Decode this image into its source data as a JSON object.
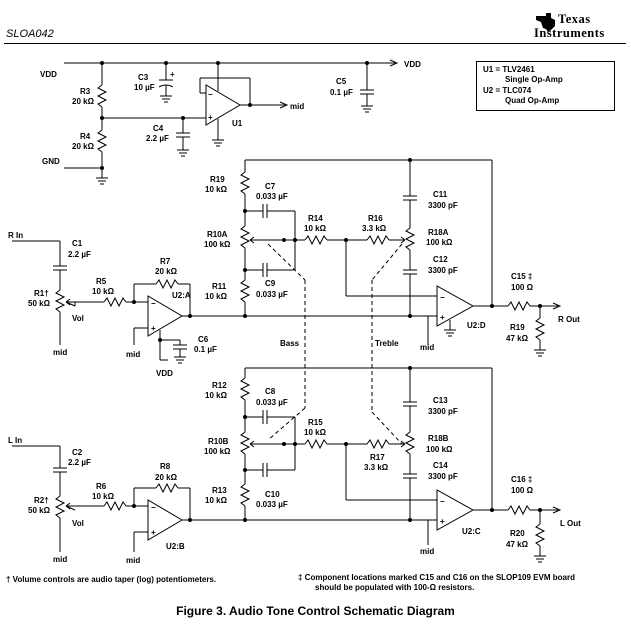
{
  "header": {
    "doc_id": "SLOA042",
    "logo_line1": "Texas",
    "logo_line2": "Instruments"
  },
  "legend": {
    "u1_line1": "U1 = TLV2461",
    "u1_line2": "Single Op-Amp",
    "u2_line1": "U2 = TLC074",
    "u2_line2": "Quad Op-Amp"
  },
  "labels": {
    "vdd_left": "VDD",
    "vdd_right": "VDD",
    "gnd": "GND",
    "vdd_bottom": "VDD",
    "r3": "R3",
    "r3_val": "20 kΩ",
    "r4": "R4",
    "r4_val": "20 kΩ",
    "c3": "C3",
    "c3_val": "10 µF",
    "c3_pol": "+",
    "c4": "C4",
    "c4_val": "2.2 µF",
    "c5": "C5",
    "c5_val": "0.1 µF",
    "u1": "U1",
    "mid_u1": "mid",
    "r_in": "R In",
    "c1": "C1",
    "c1_val": "2.2 µF",
    "r1": "R1†",
    "r1_val": "50 kΩ",
    "vol_r": "Vol",
    "mid_r1": "mid",
    "r5": "R5",
    "r5_val": "10 kΩ",
    "r7": "R7",
    "r7_val": "20 kΩ",
    "u2a": "U2:A",
    "mid_u2a": "mid",
    "c6": "C6",
    "c6_val": "0.1 µF",
    "r19": "R19",
    "r19_val": "10 kΩ",
    "c7": "C7",
    "c7_val": "0.033 µF",
    "r10a": "R10A",
    "r10a_val": "100 kΩ",
    "r14": "R14",
    "r14_val": "10 kΩ",
    "r16": "R16",
    "r16_val": "3.3 kΩ",
    "r18a": "R18A",
    "r18a_val": "100 kΩ",
    "c11": "C11",
    "c11_val": "3300 pF",
    "c12": "C12",
    "c12_val": "3300 pF",
    "c9": "C9",
    "c9_val": "0.033 µF",
    "r11": "R11",
    "r11_val": "10 kΩ",
    "u2d": "U2:D",
    "mid_u2d": "mid",
    "c15": "C15 ‡",
    "c15_val": "100 Ω",
    "r19b": "R19",
    "r19b_val": "47 kΩ",
    "r_out": "R Out",
    "bass": "Bass",
    "treble": "Treble",
    "r12": "R12",
    "r12_val": "10 kΩ",
    "c8": "C8",
    "c8_val": "0.033 µF",
    "r15": "R15",
    "r15_val": "10 kΩ",
    "c13": "C13",
    "c13_val": "3300 pF",
    "r10b": "R10B",
    "r10b_val": "100 kΩ",
    "r18b": "R18B",
    "r18b_val": "100 kΩ",
    "r17": "R17",
    "r17_val": "3.3 kΩ",
    "c14": "C14",
    "c14_val": "3300 pF",
    "c10": "C10",
    "c10_val": "0.033 µF",
    "r13": "R13",
    "r13_val": "10 kΩ",
    "l_in": "L In",
    "c2": "C2",
    "c2_val": "2.2 µF",
    "r2": "R2†",
    "r2_val": "50 kΩ",
    "vol_l": "Vol",
    "mid_r2": "mid",
    "r6": "R6",
    "r6_val": "10 kΩ",
    "r8": "R8",
    "r8_val": "20 kΩ",
    "u2b": "U2:B",
    "mid_u2b": "mid",
    "u2c": "U2:C",
    "mid_u2c": "mid",
    "c16": "C16 ‡",
    "c16_val": "100 Ω",
    "r20": "R20",
    "r20_val": "47 kΩ",
    "l_out": "L Out",
    "op_minus": "−",
    "op_plus": "+"
  },
  "footnotes": {
    "left": "† Volume controls are audio taper (log) potentiometers.",
    "right1": "‡ Component locations marked C15 and C16 on the SLOP109 EVM board",
    "right2": "should be populated with 100-Ω resistors."
  },
  "caption": "Figure 3.  Audio Tone Control Schematic Diagram"
}
